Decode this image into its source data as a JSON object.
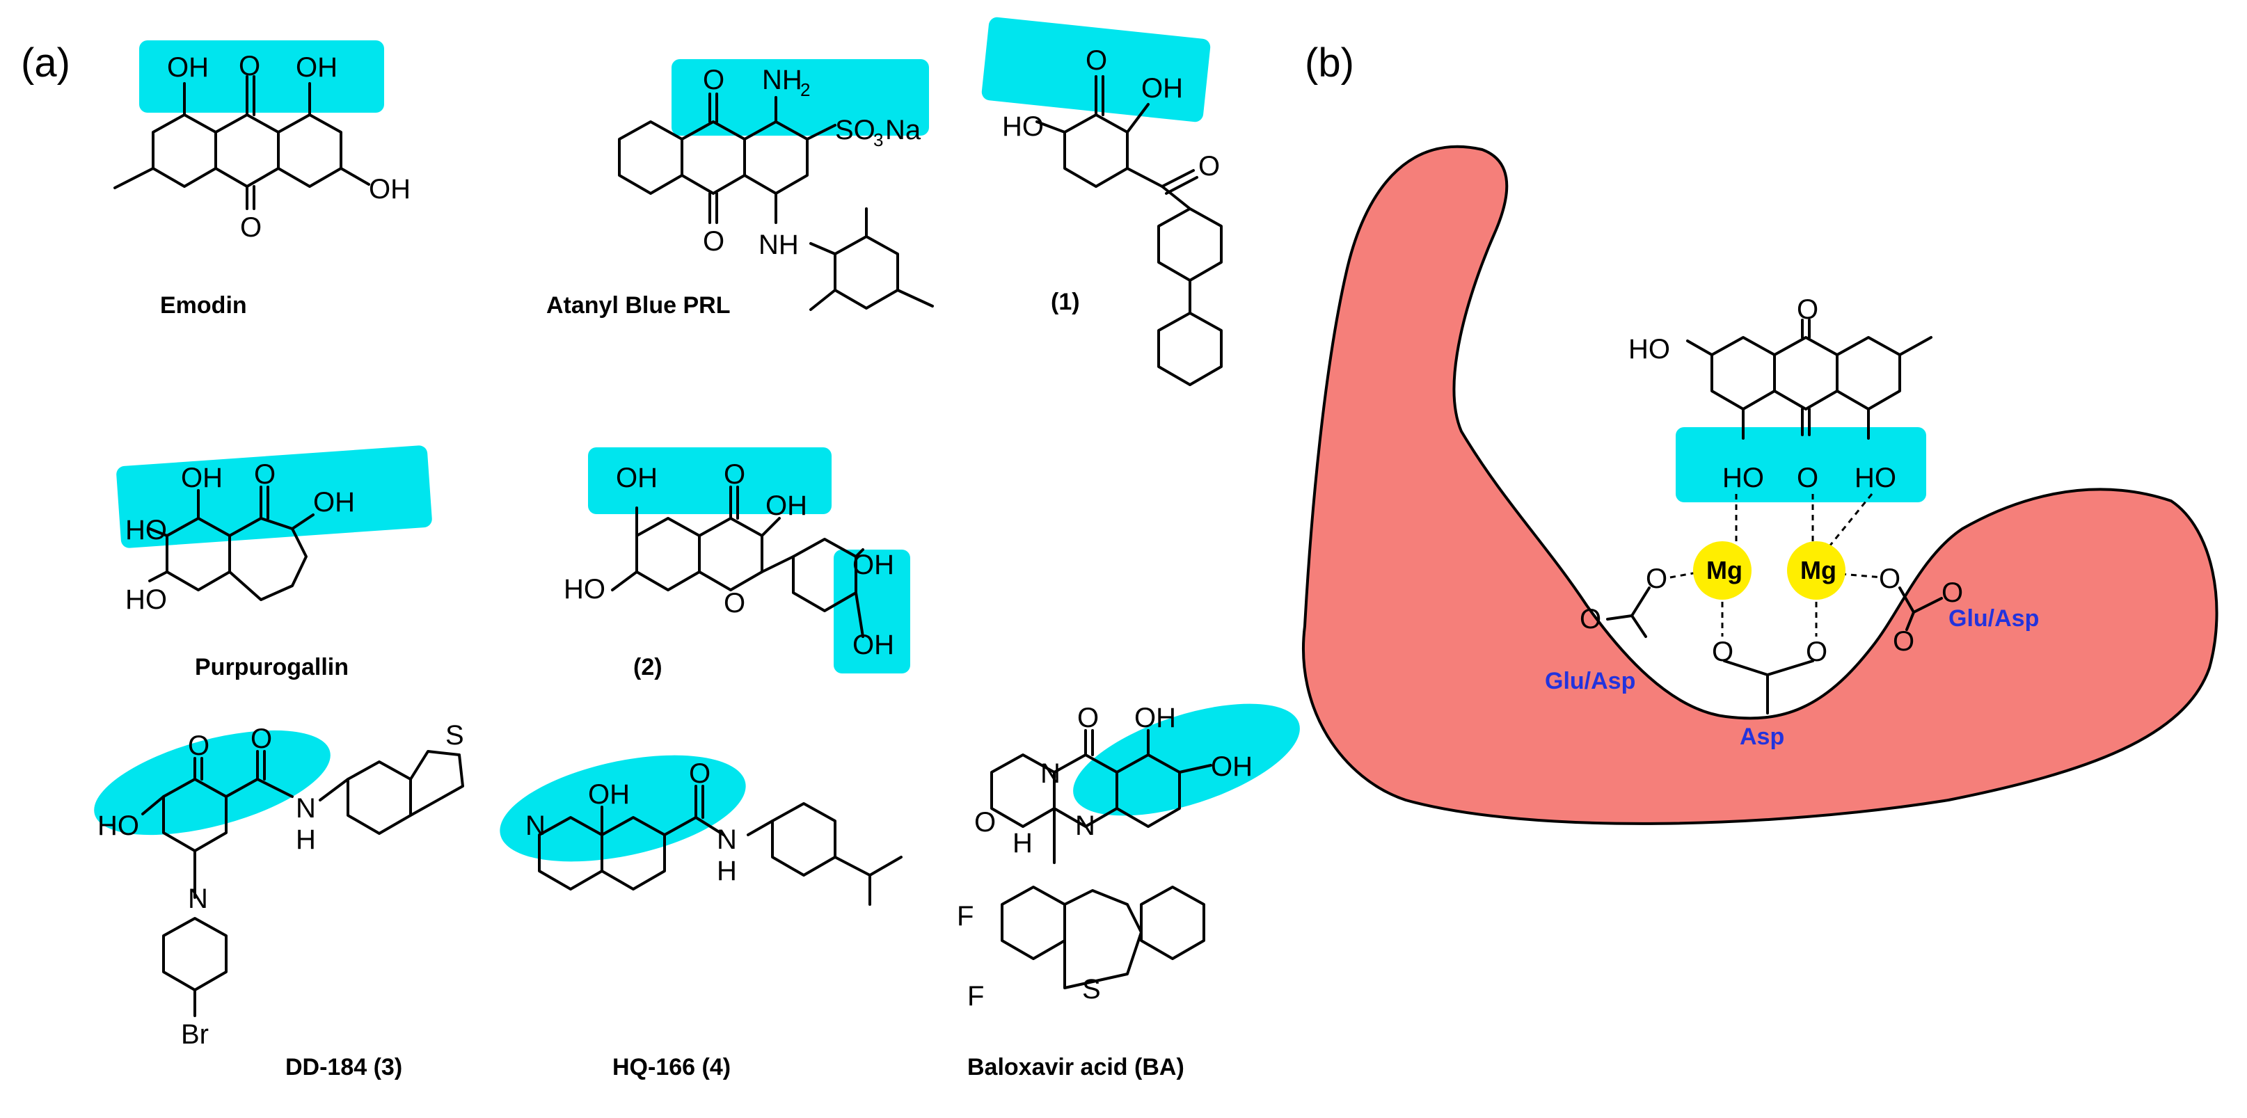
{
  "panels": {
    "a": "(a)",
    "b": "(b)"
  },
  "compounds": {
    "emodin": {
      "name": "Emodin",
      "atoms": [
        "OH",
        "O",
        "OH",
        "OH",
        "O"
      ]
    },
    "atanyl": {
      "name": "Atanyl Blue PRL",
      "atoms": [
        "NH",
        "SO",
        "Na",
        "O",
        "O",
        "NH"
      ],
      "subscripts": [
        "2",
        "3"
      ]
    },
    "c1": {
      "name": "(1)",
      "atoms": [
        "HO",
        "O",
        "OH",
        "O"
      ]
    },
    "purpurogallin": {
      "name": "Purpurogallin",
      "atoms": [
        "OH",
        "O",
        "HO",
        "OH",
        "HO"
      ]
    },
    "c2": {
      "name": "(2)",
      "atoms": [
        "OH",
        "O",
        "OH",
        "HO",
        "O",
        "OH",
        "OH"
      ]
    },
    "dd184": {
      "name": "DD-184 (3)",
      "atoms": [
        "O",
        "O",
        "HO",
        "N",
        "H",
        "N",
        "S",
        "Br"
      ]
    },
    "hq166": {
      "name": "HQ-166 (4)",
      "atoms": [
        "OH",
        "O",
        "N",
        "N",
        "H"
      ]
    },
    "ba": {
      "name": "Baloxavir acid (BA)",
      "atoms": [
        "O",
        "OH",
        "OH",
        "N",
        "N",
        "O",
        "H",
        "F",
        "F",
        "S"
      ]
    }
  },
  "panel_b": {
    "atoms": [
      "O",
      "HO",
      "HO",
      "O",
      "HO",
      "O",
      "O",
      "O",
      "O",
      "O",
      "O",
      "O"
    ],
    "metals": [
      "Mg",
      "Mg"
    ],
    "residues": [
      "Glu/Asp",
      "Glu/Asp",
      "Asp"
    ]
  },
  "colors": {
    "highlight": "#00e5ee",
    "protein": "#f57f7a",
    "metal": "#ffee00",
    "residue_text": "#2233dd"
  }
}
